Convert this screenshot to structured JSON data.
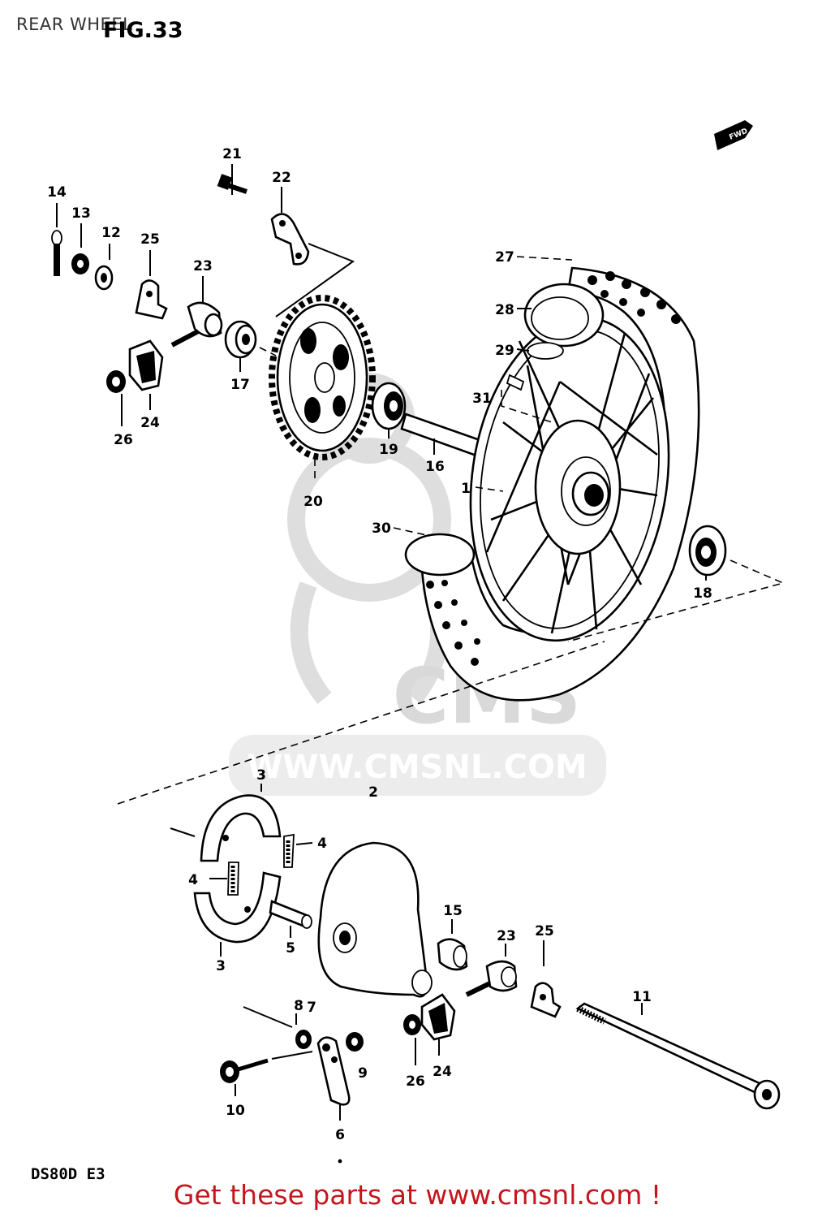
{
  "header": {
    "title": "REAR WHEEL",
    "figure": "FIG.33"
  },
  "watermark": {
    "brand": "CMS",
    "url": "WWW.CMSNL.COM"
  },
  "direction_marker": "FWD",
  "footer": {
    "model_code": "DS80D E3",
    "cta": "Get these parts at www.cmsnl.com !"
  },
  "callouts": {
    "c1": "1",
    "c2": "2",
    "c3a": "3",
    "c3b": "3",
    "c4a": "4",
    "c4b": "4",
    "c5": "5",
    "c6": "6",
    "c7": "7",
    "c8": "8",
    "c9": "9",
    "c10": "10",
    "c11": "11",
    "c12": "12",
    "c13": "13",
    "c14": "14",
    "c15": "15",
    "c16": "16",
    "c17": "17",
    "c18": "18",
    "c19": "19",
    "c20": "20",
    "c21": "21",
    "c22": "22",
    "c23a": "23",
    "c23b": "23",
    "c24a": "24",
    "c24b": "24",
    "c25a": "25",
    "c25b": "25",
    "c26a": "26",
    "c26b": "26",
    "c27": "27",
    "c28": "28",
    "c29": "29",
    "c30": "30",
    "c31": "31"
  }
}
